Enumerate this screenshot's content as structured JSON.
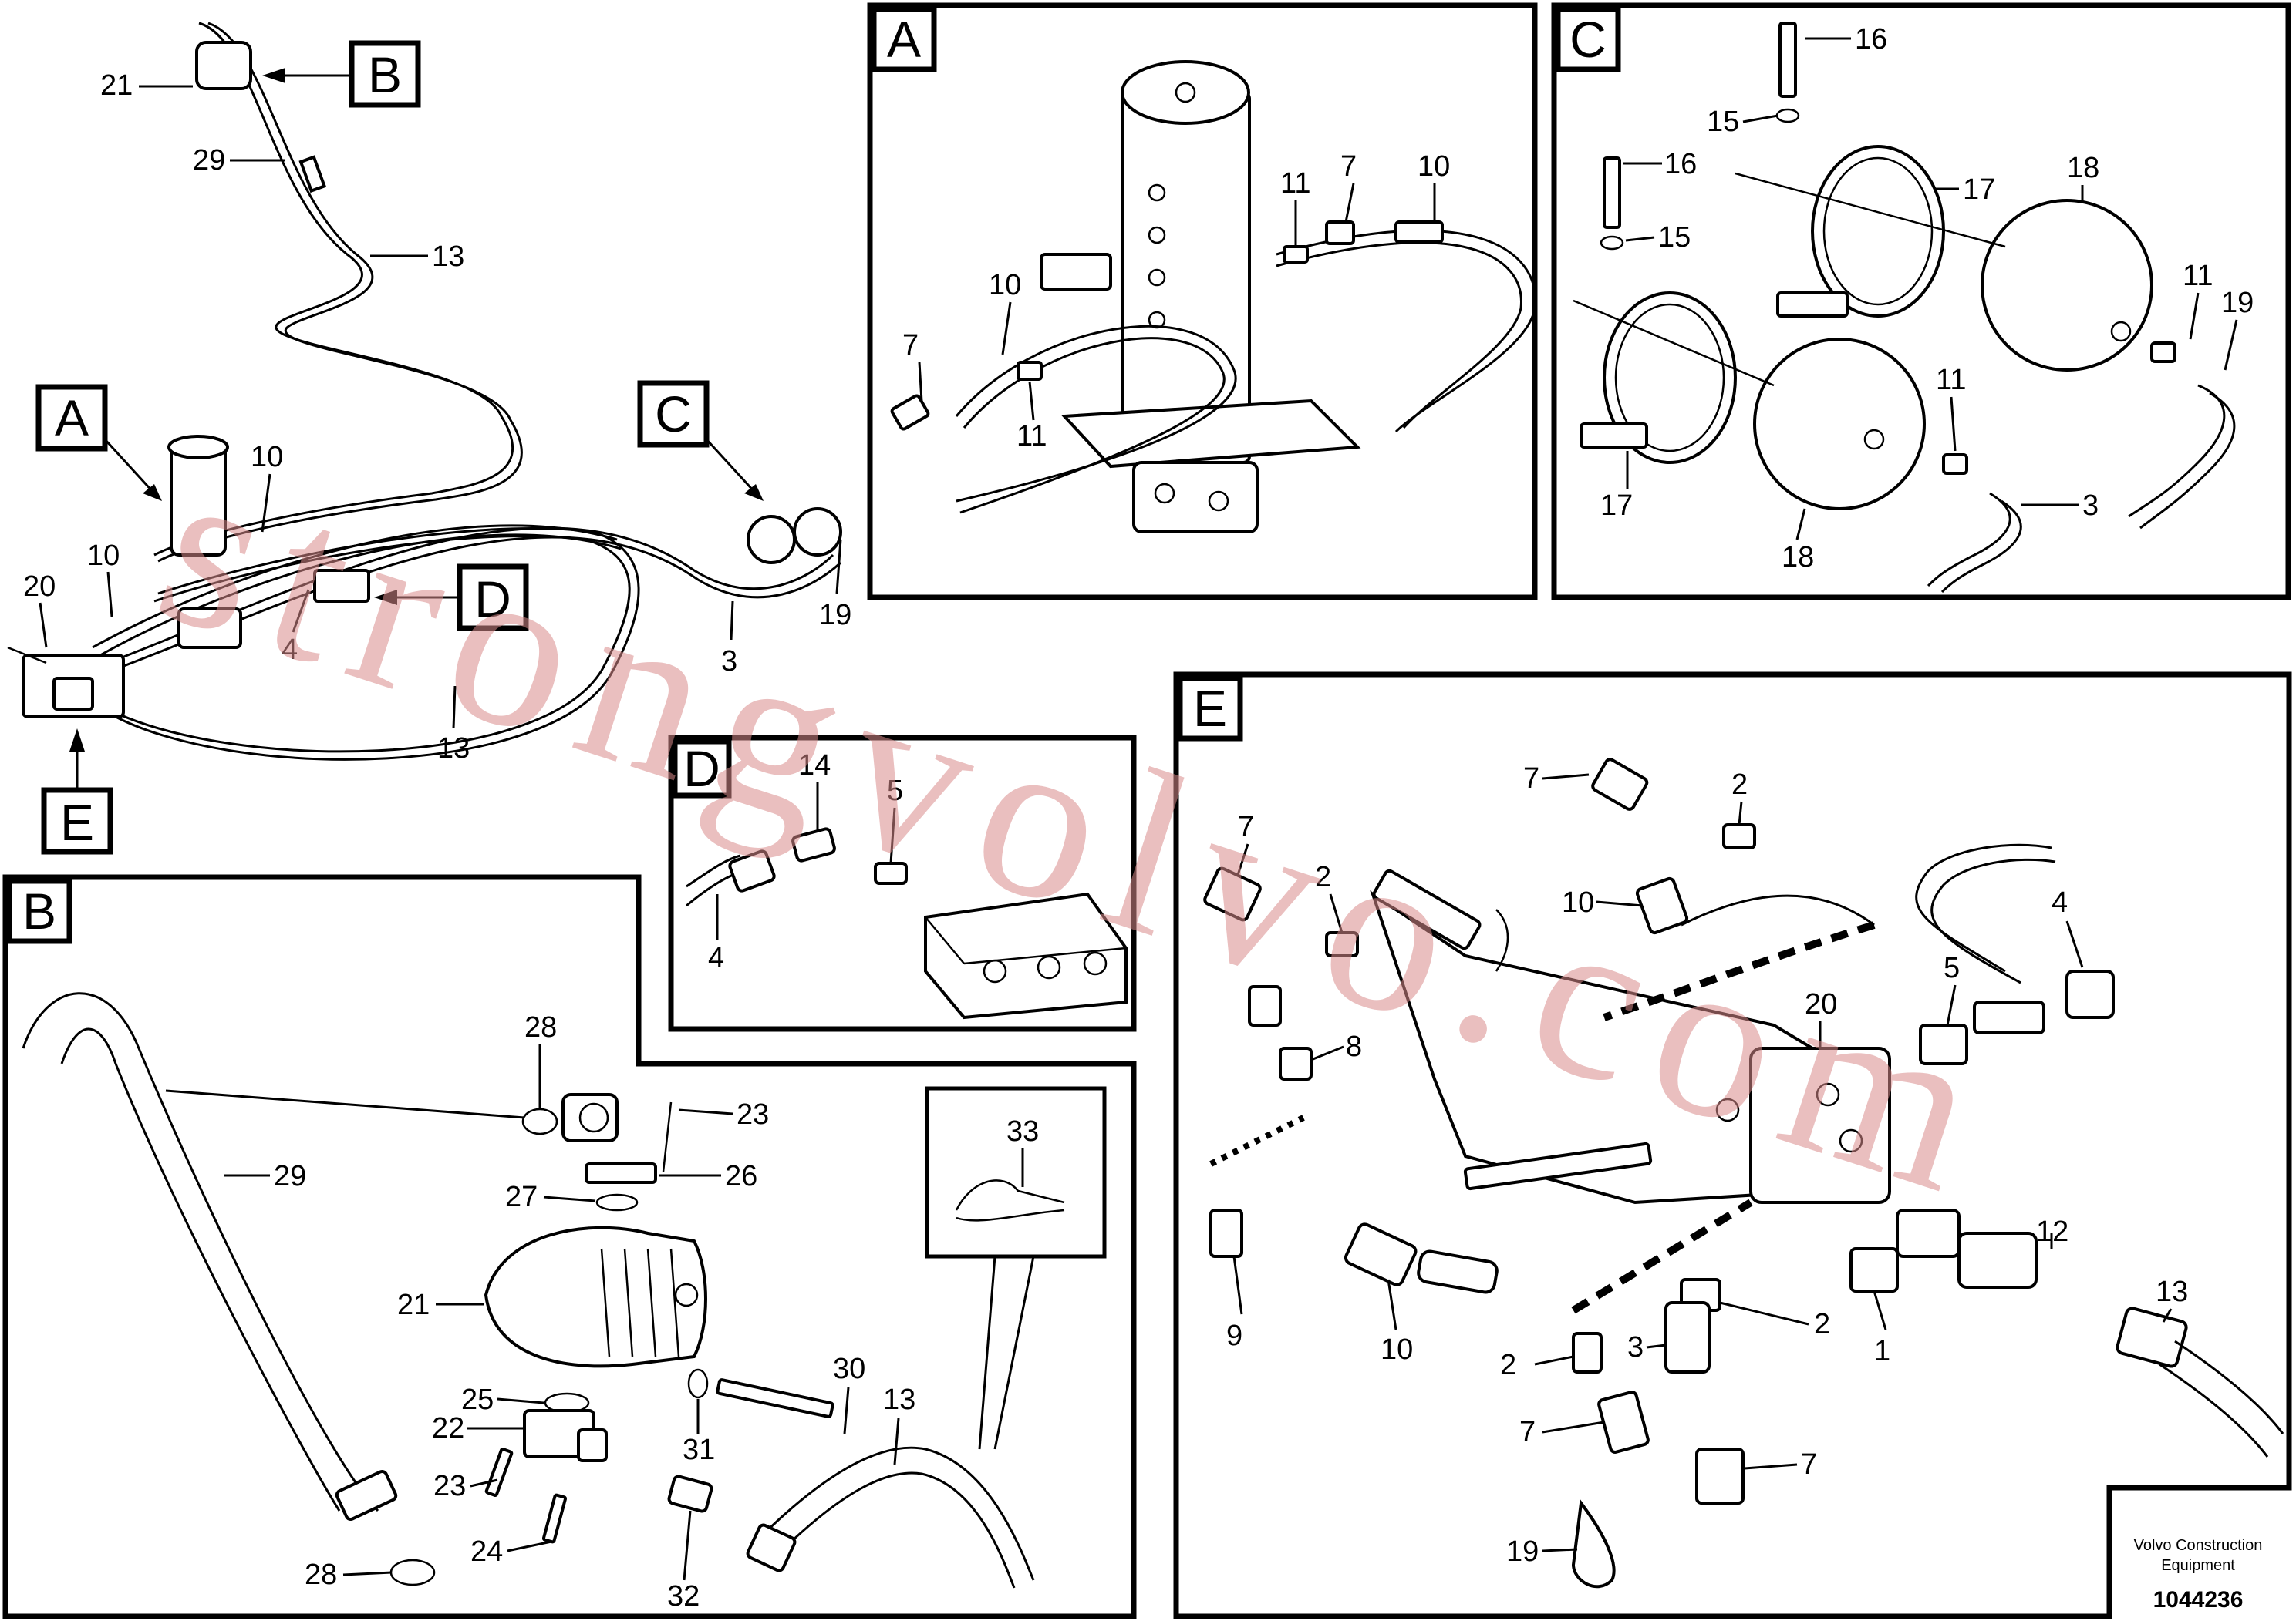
{
  "panels": {
    "A": "A",
    "B": "B",
    "C": "C",
    "D": "D",
    "E": "E"
  },
  "overview": {
    "callouts": [
      "A",
      "B",
      "C",
      "D",
      "E"
    ],
    "part_numbers": [
      "21",
      "29",
      "13",
      "10",
      "10",
      "20",
      "4",
      "3",
      "19",
      "13"
    ]
  },
  "detail_A": {
    "part_numbers": [
      "10",
      "7",
      "11",
      "11",
      "7",
      "10"
    ]
  },
  "detail_C": {
    "part_numbers": [
      "16",
      "15",
      "16",
      "15",
      "17",
      "17",
      "18",
      "18",
      "11",
      "19",
      "11",
      "3"
    ]
  },
  "detail_D": {
    "part_numbers": [
      "14",
      "5",
      "4"
    ]
  },
  "detail_B": {
    "part_numbers": [
      "28",
      "23",
      "29",
      "26",
      "27",
      "21",
      "30",
      "13",
      "25",
      "22",
      "31",
      "23",
      "24",
      "32",
      "28",
      "33"
    ]
  },
  "detail_E": {
    "part_numbers": [
      "7",
      "2",
      "7",
      "2",
      "10",
      "4",
      "5",
      "8",
      "20",
      "9",
      "10",
      "3",
      "2",
      "1",
      "12",
      "13",
      "2",
      "7",
      "7",
      "19"
    ]
  },
  "footer": {
    "company": "Volvo Construction",
    "company_line2": "Equipment",
    "document_number": "1044236"
  },
  "watermark": "strongvolvo.com",
  "colors": {
    "line": "#000000",
    "watermark": "#d88a8a",
    "background": "#ffffff"
  }
}
